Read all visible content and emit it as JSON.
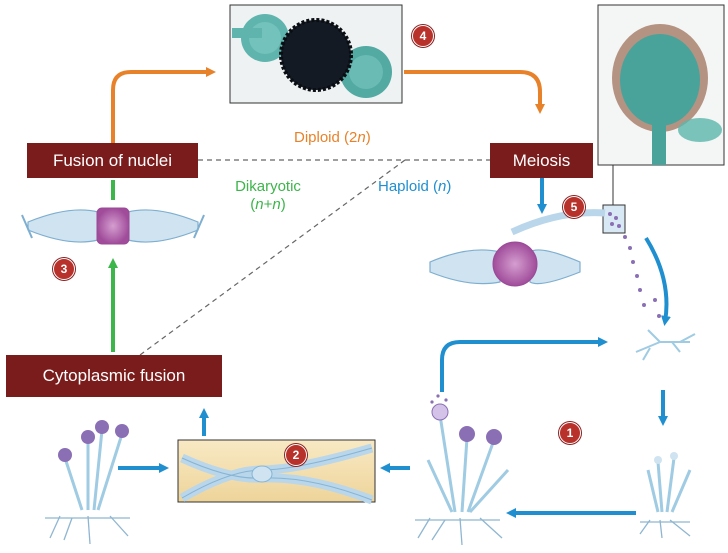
{
  "stages": {
    "fusion_of_nuclei": "Fusion of nuclei",
    "meiosis": "Meiosis",
    "cytoplasmic_fusion": "Cytoplasmic fusion"
  },
  "phases": {
    "diploid": {
      "word": "Diploid",
      "notation": "(2n)"
    },
    "haploid": {
      "word": "Haploid",
      "notation": "(n)"
    },
    "dikaryotic": {
      "word": "Dikaryotic",
      "notation": "(n+n)"
    }
  },
  "markers": [
    "1",
    "2",
    "3",
    "4",
    "5"
  ],
  "colors": {
    "box_fill": "#7a1c1c",
    "diploid_arrow": "#e8822a",
    "haploid_arrow": "#1f8fd0",
    "dikaryotic_arrow": "#3cb54a",
    "marker_fill": "#b8322b",
    "hypha_blue": "#9fcbe3",
    "sporangium_purple": "#8a6fb5"
  }
}
